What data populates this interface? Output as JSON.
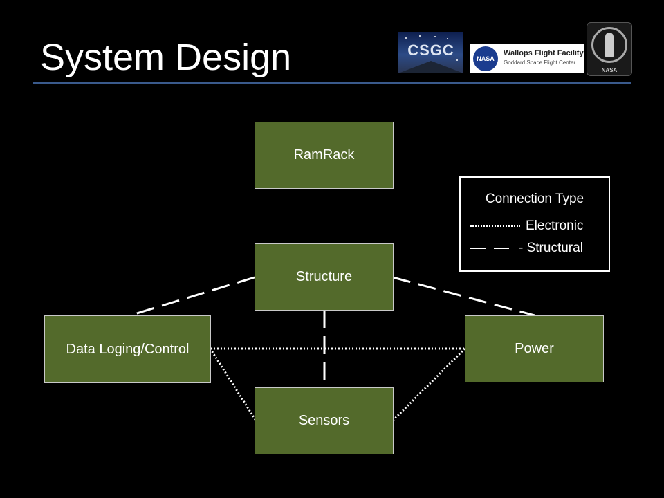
{
  "title": "System Design",
  "logos": {
    "csgc": "CSGC",
    "wallops_line1": "Wallops Flight Facility",
    "wallops_line2": "Goddard Space Flight Center",
    "nasa": "NASA"
  },
  "nodes": {
    "ramrack": "RamRack",
    "structure": "Structure",
    "data": "Data Loging/Control",
    "power": "Power",
    "sensors": "Sensors"
  },
  "legend": {
    "title": "Connection Type",
    "electronic": "Electronic",
    "structural": "- Structural"
  },
  "edges": [
    {
      "from": "structure",
      "to": "data",
      "type": "structural"
    },
    {
      "from": "structure",
      "to": "power",
      "type": "structural"
    },
    {
      "from": "structure",
      "to": "sensors",
      "type": "structural"
    },
    {
      "from": "data",
      "to": "power",
      "type": "electronic"
    },
    {
      "from": "data",
      "to": "sensors",
      "type": "electronic"
    },
    {
      "from": "power",
      "to": "sensors",
      "type": "electronic"
    }
  ],
  "colors": {
    "box_fill": "#536a2b",
    "title_rule": "#3a5a8c",
    "background": "#000000"
  }
}
